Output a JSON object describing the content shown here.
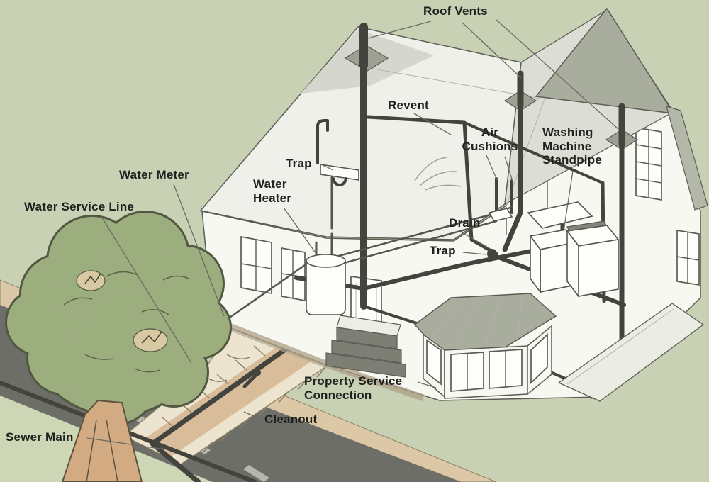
{
  "diagram": {
    "description": "Cutaway illustration of a house showing residential plumbing: drain-waste-vent system, water supply, and sewer connection to the street",
    "labels": {
      "roof_vents": "Roof Vents",
      "revent": "Revent",
      "trap_upper": "Trap",
      "water_heater": "Water Heater",
      "water_meter": "Water Meter",
      "water_service_line": "Water Service Line",
      "air_cushions": "Air Cushions",
      "washing_machine_standpipe": "Washing Machine Standpipe",
      "drain": "Drain",
      "trap_lower": "Trap",
      "property_service_connection": "Property Service Connection",
      "cleanout": "Cleanout",
      "sewer_main": "Sewer Main"
    },
    "colors": {
      "background": "#c8d1b3",
      "grass_berm": "#cdd6b5",
      "wall": "#f8f8f3",
      "window": "#fdfdfa",
      "roof_light": "#eff0ea",
      "roof_shade": "#d5d7cf",
      "roof_rear": "#dcded5",
      "roof_dark": "#a8ad9e",
      "fascia": "#b4b8a9",
      "flashing": "#9da092",
      "line": "#5c5c54",
      "line_faint": "#b2b2a8",
      "pipe": "#44443e",
      "pipe_thin": "#55554e",
      "road": "#6e6e68",
      "road_dash": "#b7b7ad",
      "sidewalk": "#dcc8a6",
      "soil": "#d9bd9b",
      "soil_light": "#ece4cf",
      "soil_edge": "#8a7f66",
      "tree_fill": "#9cad7e",
      "tree_outline": "#515741",
      "tree_line": "#5c6349",
      "trunk": "#d2ab82",
      "trunk_line": "#5f5240",
      "patio": "#ebece4",
      "porch": "#7e7f74",
      "label_text": "#20201e",
      "leader": "#6b6b63"
    }
  }
}
